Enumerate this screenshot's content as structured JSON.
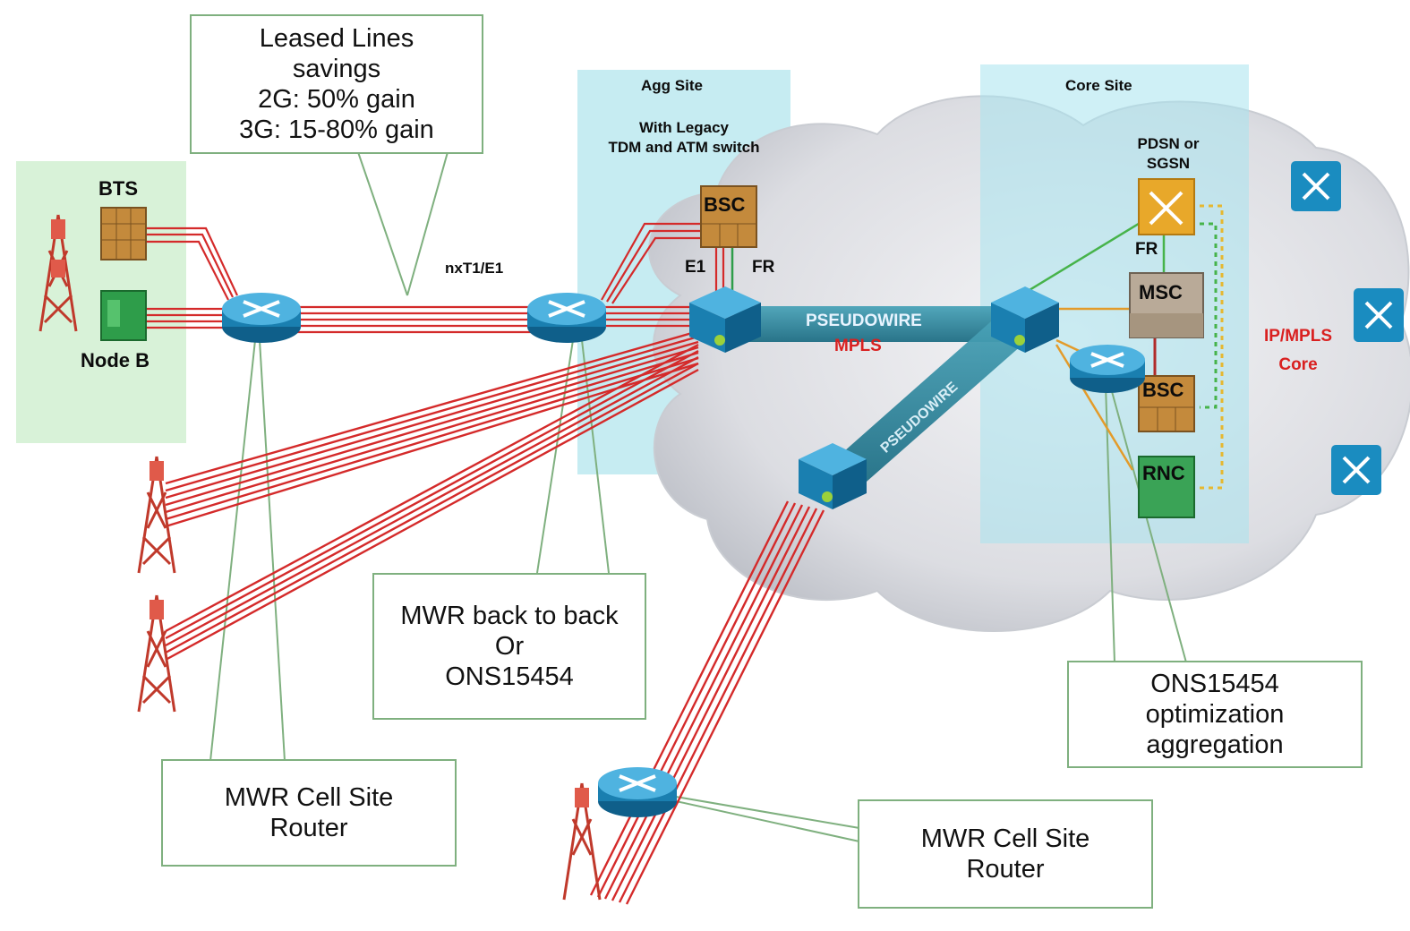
{
  "callouts": {
    "leased": [
      "Leased Lines",
      "savings",
      "2G: 50% gain",
      "3G: 15-80% gain"
    ],
    "mwr_back": [
      "MWR back to back",
      "Or",
      "ONS15454"
    ],
    "mwr_cell_left": [
      "MWR Cell Site",
      "Router"
    ],
    "mwr_cell_right": [
      "MWR Cell Site",
      "Router"
    ],
    "ons": [
      "ONS15454",
      "optimization",
      "aggregation"
    ]
  },
  "labels": {
    "bts": "BTS",
    "node_b": "Node B",
    "nxt1e1": "nxT1/E1",
    "agg_site": "Agg Site",
    "agg_legacy_1": "With Legacy",
    "agg_legacy_2": "TDM and ATM switch",
    "core_site": "Core Site",
    "pdsn_1": "PDSN or",
    "pdsn_2": "SGSN",
    "bsc_agg": "BSC",
    "e1": "E1",
    "fr_agg": "FR",
    "fr_core": "FR",
    "msc": "MSC",
    "bsc_core": "BSC",
    "rnc": "RNC",
    "pseudowire_1": "PSEUDOWIRE",
    "pseudowire_2": "PSEUDOWIRE",
    "mpls": "MPLS",
    "ipmpls_1": "IP/MPLS",
    "ipmpls_2": "Core"
  },
  "icons": [
    "cell-tower-icon",
    "router-icon",
    "bts-equipment-icon",
    "node-b-equipment-icon",
    "cloud-icon"
  ],
  "colors": {
    "green_zone": "#d8f2d8",
    "site_zone": "#bfeaf0",
    "router": "#1a7fb0",
    "tdm_line": "#d42a2a",
    "pseudowire": "#2f8aa0",
    "bts_box": "#c48a3c",
    "nodeb_box": "#2e9d4a",
    "msc_box": "#b9aa98",
    "rnc_box": "#3aa356",
    "pdsn_box": "#e8a82a",
    "callout_border": "#7fb07f",
    "leader_line": "#7fb07f"
  }
}
